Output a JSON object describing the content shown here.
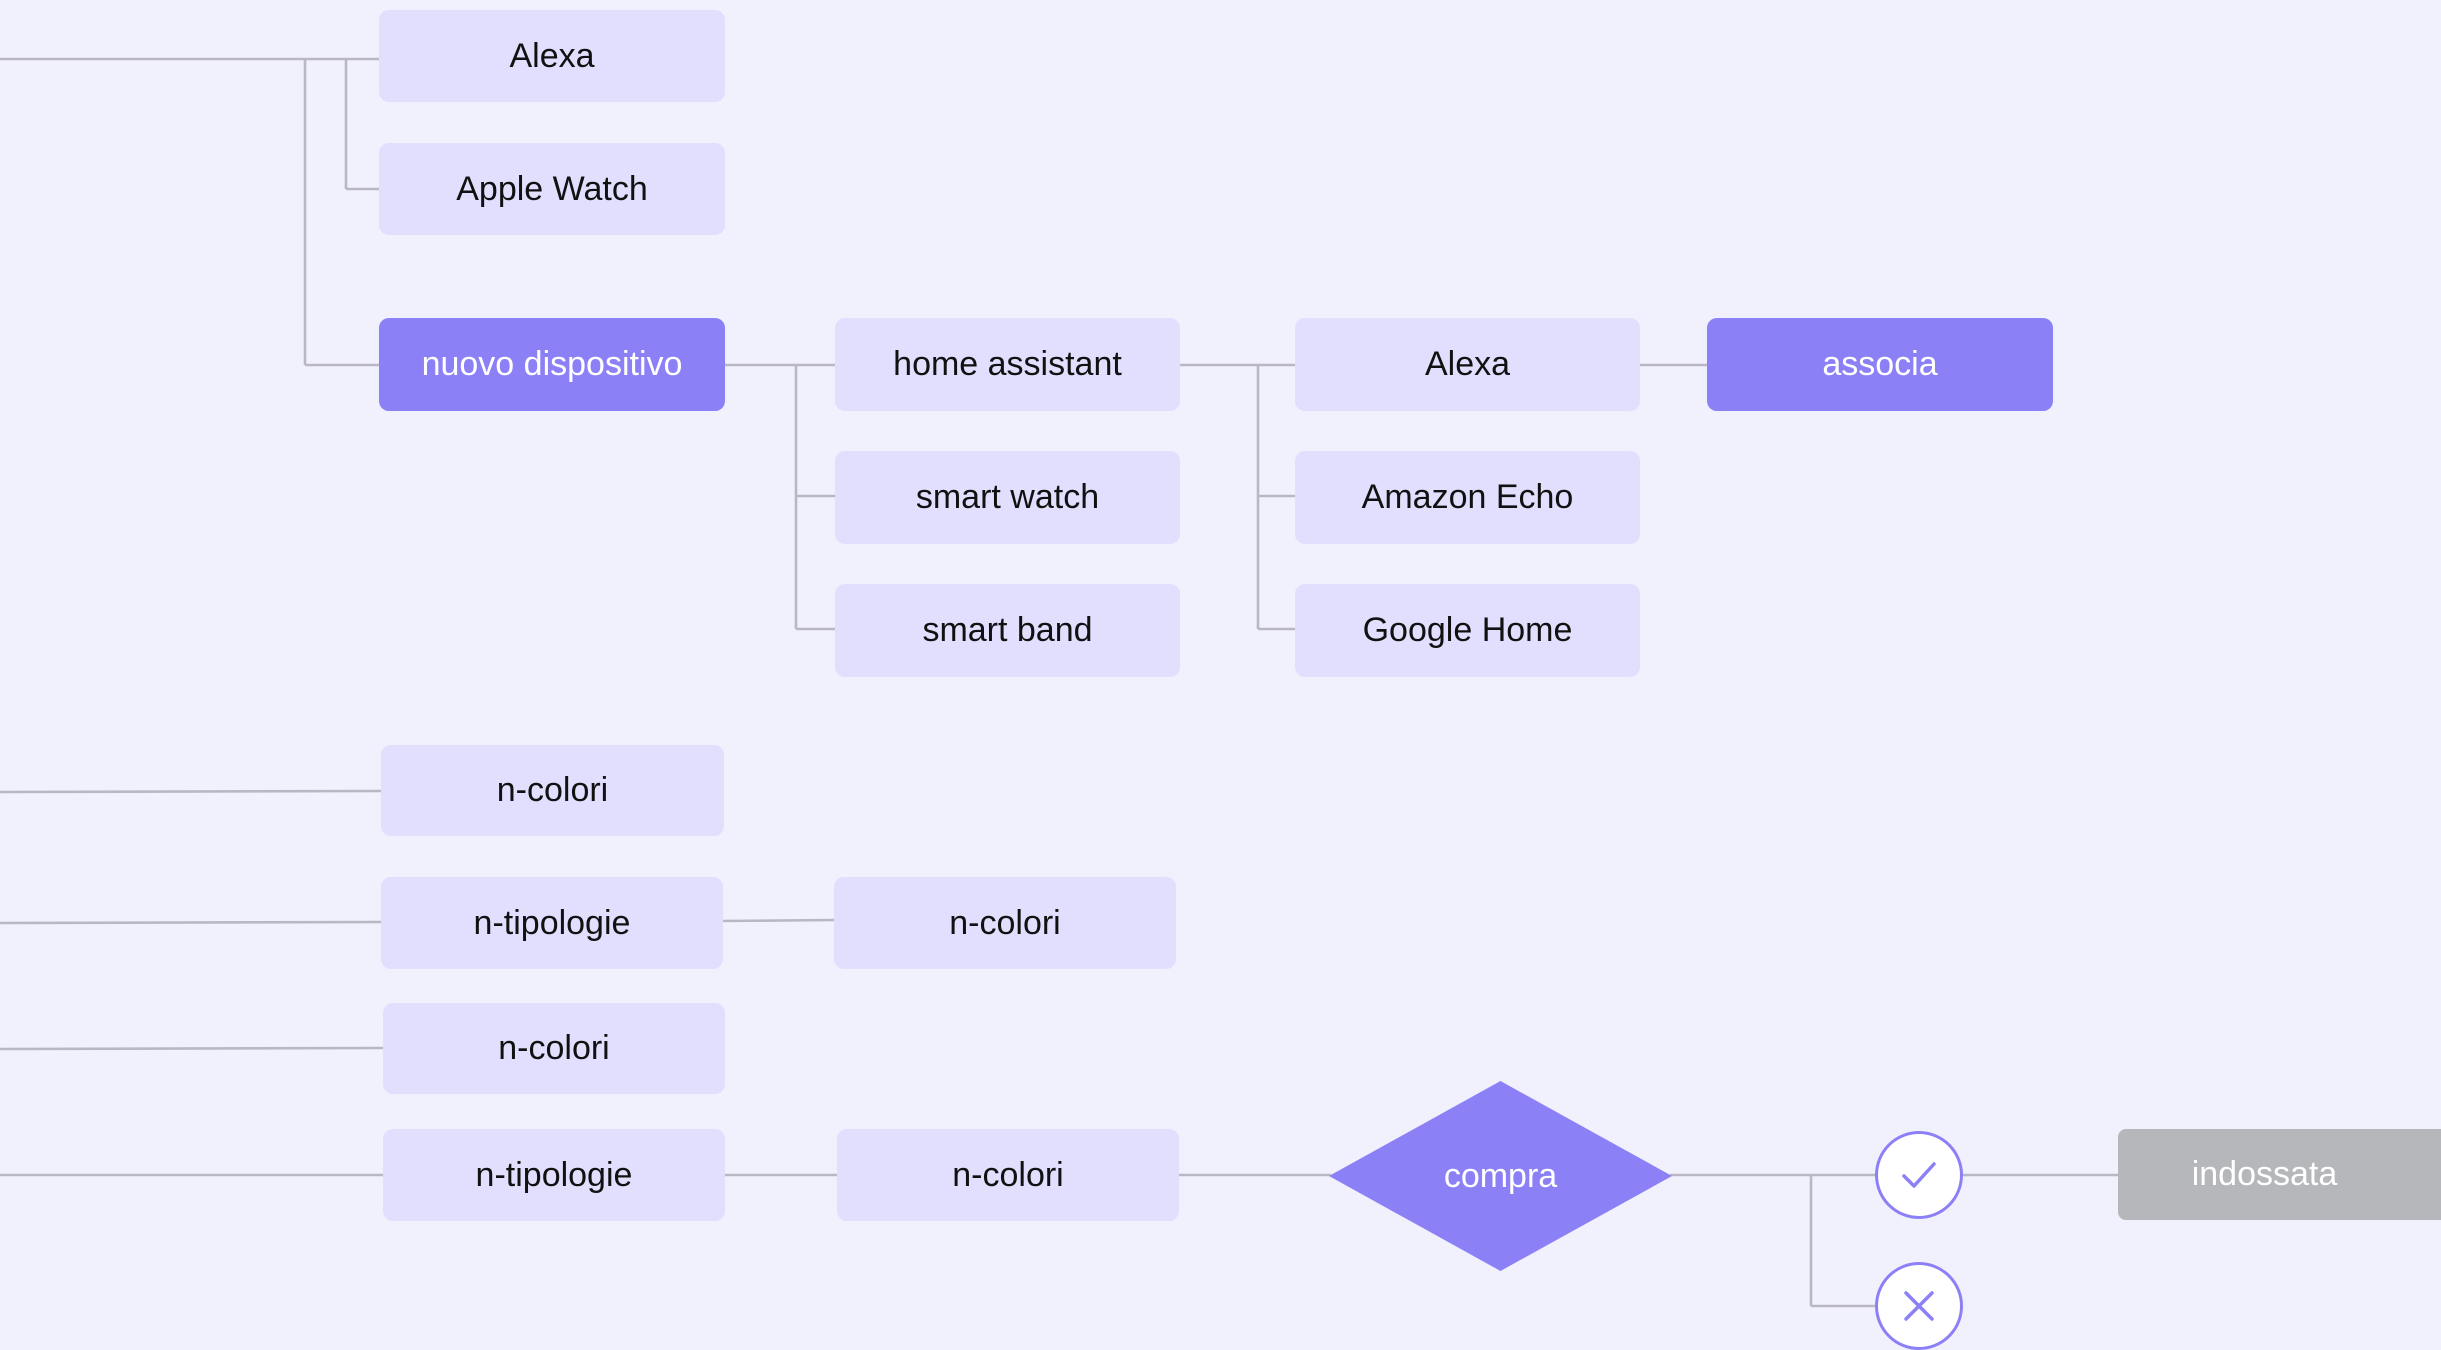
{
  "nodes": {
    "alexa_top": "Alexa",
    "apple_watch": "Apple Watch",
    "nuovo_dispositivo": "nuovo dispositivo",
    "home_assistant": "home assistant",
    "smart_watch": "smart watch",
    "smart_band": "smart band",
    "alexa": "Alexa",
    "amazon_echo": "Amazon Echo",
    "google_home": "Google Home",
    "associa": "associa",
    "n_colori_1": "n-colori",
    "n_tipologie_1": "n-tipologie",
    "n_colori_2": "n-colori",
    "n_colori_3": "n-colori",
    "n_tipologie_2": "n-tipologie",
    "n_colori_4": "n-colori",
    "compra": "compra",
    "indossata": "indossata"
  },
  "icons": {
    "confirm": "check-icon",
    "cancel": "close-icon"
  },
  "colors": {
    "background": "#f1f0fd",
    "node_fill": "#e1defe",
    "accent": "#8c80f6",
    "connector": "#b9b8c2",
    "terminal": "#b6b7ba"
  }
}
